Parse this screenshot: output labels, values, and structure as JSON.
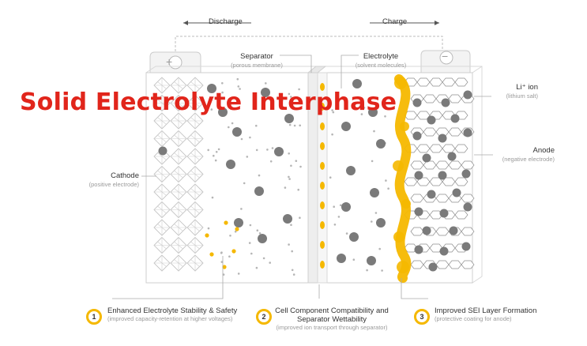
{
  "directions": {
    "discharge": "Discharge",
    "charge": "Charge"
  },
  "terminals": {
    "positive": "+",
    "negative": "−"
  },
  "labels": {
    "separator": {
      "title": "Separator",
      "sub": "(porous membrane)"
    },
    "electrolyte": {
      "title": "Electrolyte",
      "sub": "(solvent molecules)"
    },
    "li_ion": {
      "title": "Li⁺ ion",
      "sub": "(lithium salt)"
    },
    "anode": {
      "title": "Anode",
      "sub": "(negative electrode)"
    },
    "cathode": {
      "title": "Cathode",
      "sub": "(positive electrode)"
    }
  },
  "overlay_title": "Solid Electrolyte Interphase",
  "features": [
    {
      "num": "1",
      "title": "Enhanced Electrolyte Stability & Safety",
      "sub": "(improved capacity-retention at higher voltages)"
    },
    {
      "num": "2",
      "title": "Cell Component Compatibility and",
      "title2": "Separator Wettability",
      "sub": "(improved ion transport through separator)"
    },
    {
      "num": "3",
      "title": "Improved SEI Layer Formation",
      "sub": "(protective coating for anode)"
    }
  ],
  "colors": {
    "accent": "#f5b800",
    "title_red": "#e1251b",
    "ion": "#7a7a7a",
    "outline": "#c8c8c8"
  }
}
